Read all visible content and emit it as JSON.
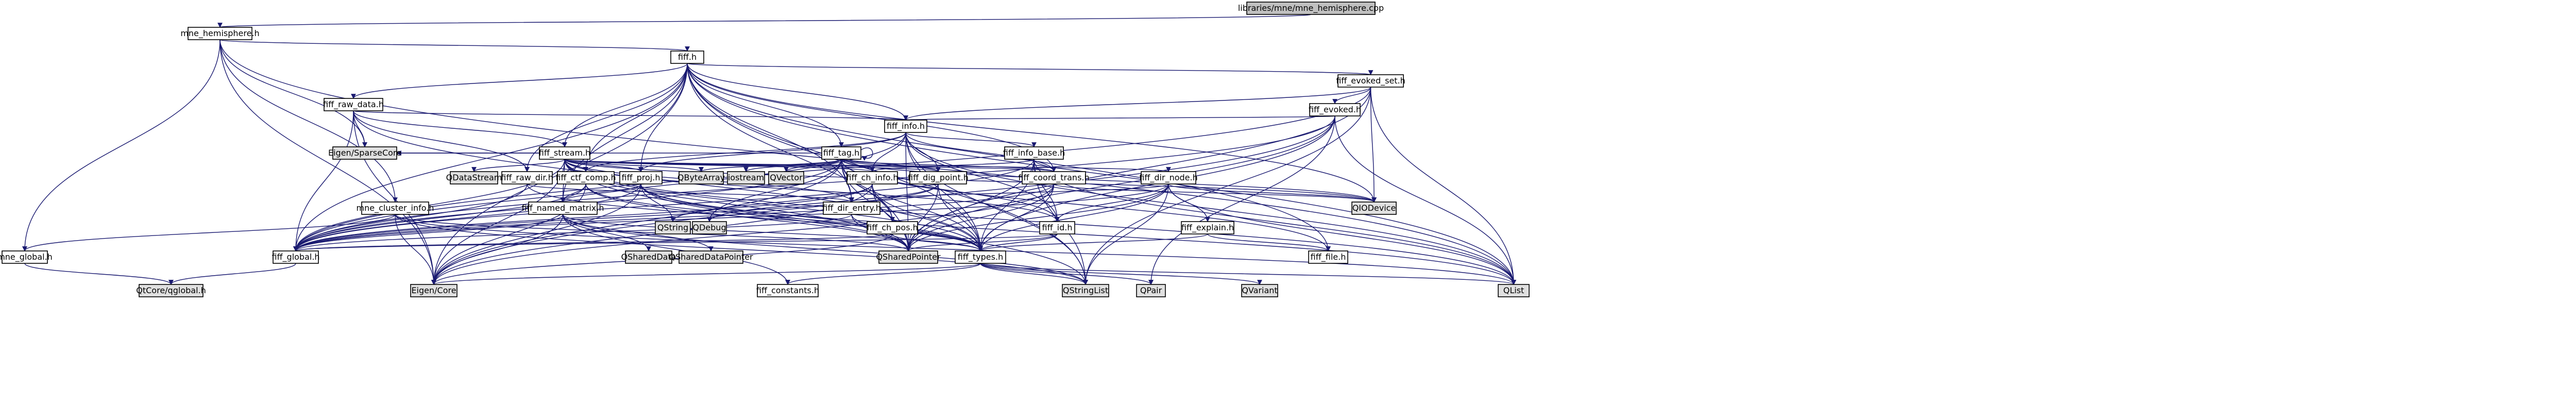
{
  "graph": {
    "colors": {
      "root_fill": "#c0c0c0",
      "node_fill": "#ffffff",
      "leaf_fill": "#e0e0e0",
      "border": "#000000",
      "edge": "#191970"
    },
    "nodes": [
      {
        "id": "root",
        "label": "libraries/mne/mne_hemisphere.cpp",
        "kind": "root"
      },
      {
        "id": "mne_hemisphere_h",
        "label": "mne_hemisphere.h",
        "kind": "node"
      },
      {
        "id": "fiff_h",
        "label": "fiff.h",
        "kind": "node"
      },
      {
        "id": "fiff_evoked_set_h",
        "label": "fiff_evoked_set.h",
        "kind": "node"
      },
      {
        "id": "fiff_evoked_h",
        "label": "fiff_evoked.h",
        "kind": "node"
      },
      {
        "id": "fiff_raw_data_h",
        "label": "fiff_raw_data.h",
        "kind": "node"
      },
      {
        "id": "fiff_info_h",
        "label": "fiff_info.h",
        "kind": "node"
      },
      {
        "id": "fiff_stream_h",
        "label": "fiff_stream.h",
        "kind": "node"
      },
      {
        "id": "fiff_tag_h",
        "label": "fiff_tag.h",
        "kind": "node"
      },
      {
        "id": "fiff_info_base_h",
        "label": "fiff_info_base.h",
        "kind": "node"
      },
      {
        "id": "fiff_raw_dir_h",
        "label": "fiff_raw_dir.h",
        "kind": "node"
      },
      {
        "id": "fiff_ctf_comp_h",
        "label": "fiff_ctf_comp.h",
        "kind": "node"
      },
      {
        "id": "fiff_proj_h",
        "label": "fiff_proj.h",
        "kind": "node"
      },
      {
        "id": "fiff_ch_info_h",
        "label": "fiff_ch_info.h",
        "kind": "node"
      },
      {
        "id": "fiff_dig_point_h",
        "label": "fiff_dig_point.h",
        "kind": "node"
      },
      {
        "id": "fiff_coord_trans_h",
        "label": "fiff_coord_trans.h",
        "kind": "node"
      },
      {
        "id": "fiff_dir_node_h",
        "label": "fiff_dir_node.h",
        "kind": "node"
      },
      {
        "id": "mne_cluster_info_h",
        "label": "mne_cluster_info.h",
        "kind": "node"
      },
      {
        "id": "fiff_named_matrix_h",
        "label": "fiff_named_matrix.h",
        "kind": "node"
      },
      {
        "id": "fiff_dir_entry_h",
        "label": "fiff_dir_entry.h",
        "kind": "node"
      },
      {
        "id": "fiff_ch_pos_h",
        "label": "fiff_ch_pos.h",
        "kind": "node"
      },
      {
        "id": "fiff_id_h",
        "label": "fiff_id.h",
        "kind": "node"
      },
      {
        "id": "fiff_explain_h",
        "label": "fiff_explain.h",
        "kind": "node"
      },
      {
        "id": "fiff_file_h",
        "label": "fiff_file.h",
        "kind": "node"
      },
      {
        "id": "mne_global_h",
        "label": "mne_global.h",
        "kind": "node"
      },
      {
        "id": "fiff_global_h",
        "label": "fiff_global.h",
        "kind": "node"
      },
      {
        "id": "fiff_types_h",
        "label": "fiff_types.h",
        "kind": "node"
      },
      {
        "id": "fiff_constants_h",
        "label": "fiff_constants.h",
        "kind": "node"
      },
      {
        "id": "QtCore_qglobal_h",
        "label": "QtCore/qglobal.h",
        "kind": "leaf"
      },
      {
        "id": "Eigen_Core",
        "label": "Eigen/Core",
        "kind": "leaf"
      },
      {
        "id": "Eigen_SparseCore",
        "label": "Eigen/SparseCore",
        "kind": "leaf"
      },
      {
        "id": "QStringList",
        "label": "QStringList",
        "kind": "leaf"
      },
      {
        "id": "QList",
        "label": "QList",
        "kind": "leaf"
      },
      {
        "id": "QSharedPointer",
        "label": "QSharedPointer",
        "kind": "leaf"
      },
      {
        "id": "QIODevice",
        "label": "QIODevice",
        "kind": "leaf"
      },
      {
        "id": "QDataStream",
        "label": "QDataStream",
        "kind": "leaf"
      },
      {
        "id": "QByteArray",
        "label": "QByteArray",
        "kind": "leaf"
      },
      {
        "id": "iostream",
        "label": "iostream",
        "kind": "leaf"
      },
      {
        "id": "QVector",
        "label": "QVector",
        "kind": "leaf"
      },
      {
        "id": "QString",
        "label": "QString",
        "kind": "leaf"
      },
      {
        "id": "QDebug",
        "label": "QDebug",
        "kind": "leaf"
      },
      {
        "id": "QSharedData",
        "label": "QSharedData",
        "kind": "leaf"
      },
      {
        "id": "QSharedDataPointer",
        "label": "QSharedDataPointer",
        "kind": "leaf"
      },
      {
        "id": "QPair",
        "label": "QPair",
        "kind": "leaf"
      },
      {
        "id": "QVariant",
        "label": "QVariant",
        "kind": "leaf"
      }
    ],
    "edges": [
      [
        "root",
        "mne_hemisphere_h"
      ],
      [
        "mne_hemisphere_h",
        "fiff_h"
      ],
      [
        "mne_hemisphere_h",
        "mne_global_h"
      ],
      [
        "mne_hemisphere_h",
        "mne_cluster_info_h"
      ],
      [
        "mne_hemisphere_h",
        "Eigen_Core"
      ],
      [
        "mne_hemisphere_h",
        "Eigen_SparseCore"
      ],
      [
        "mne_hemisphere_h",
        "QList"
      ],
      [
        "mne_global_h",
        "QtCore_qglobal_h"
      ],
      [
        "fiff_h",
        "fiff_global_h"
      ],
      [
        "fiff_h",
        "fiff_evoked_set_h"
      ],
      [
        "fiff_h",
        "fiff_raw_data_h"
      ],
      [
        "fiff_h",
        "fiff_info_h"
      ],
      [
        "fiff_h",
        "fiff_stream_h"
      ],
      [
        "fiff_h",
        "fiff_tag_h"
      ],
      [
        "fiff_h",
        "fiff_raw_dir_h"
      ],
      [
        "fiff_h",
        "fiff_ctf_comp_h"
      ],
      [
        "fiff_h",
        "fiff_proj_h"
      ],
      [
        "fiff_h",
        "fiff_coord_trans_h"
      ],
      [
        "fiff_h",
        "fiff_dir_entry_h"
      ],
      [
        "fiff_h",
        "fiff_named_matrix_h"
      ],
      [
        "fiff_h",
        "fiff_types_h"
      ],
      [
        "fiff_h",
        "fiff_file_h"
      ],
      [
        "fiff_h",
        "QIODevice"
      ],
      [
        "fiff_h",
        "QList"
      ],
      [
        "fiff_h",
        "QStringList"
      ],
      [
        "fiff_h",
        "QSharedPointer"
      ],
      [
        "fiff_h",
        "Eigen_Core"
      ],
      [
        "fiff_evoked_set_h",
        "fiff_global_h"
      ],
      [
        "fiff_evoked_set_h",
        "fiff_evoked_h"
      ],
      [
        "fiff_evoked_set_h",
        "fiff_info_h"
      ],
      [
        "fiff_evoked_set_h",
        "QList"
      ],
      [
        "fiff_evoked_set_h",
        "QStringList"
      ],
      [
        "fiff_evoked_set_h",
        "QSharedPointer"
      ],
      [
        "fiff_evoked_set_h",
        "QIODevice"
      ],
      [
        "fiff_evoked_h",
        "fiff_global_h"
      ],
      [
        "fiff_evoked_h",
        "fiff_info_h"
      ],
      [
        "fiff_evoked_h",
        "fiff_types_h"
      ],
      [
        "fiff_evoked_h",
        "Eigen_Core"
      ],
      [
        "fiff_evoked_h",
        "QSharedPointer"
      ],
      [
        "fiff_evoked_h",
        "QList"
      ],
      [
        "fiff_evoked_h",
        "QPair"
      ],
      [
        "fiff_raw_data_h",
        "fiff_global_h"
      ],
      [
        "fiff_raw_data_h",
        "fiff_stream_h"
      ],
      [
        "fiff_raw_data_h",
        "fiff_raw_dir_h"
      ],
      [
        "fiff_raw_data_h",
        "fiff_info_h"
      ],
      [
        "fiff_raw_data_h",
        "fiff_types_h"
      ],
      [
        "fiff_raw_data_h",
        "Eigen_Core"
      ],
      [
        "fiff_raw_data_h",
        "Eigen_SparseCore"
      ],
      [
        "fiff_info_h",
        "fiff_global_h"
      ],
      [
        "fiff_info_h",
        "fiff_info_base_h"
      ],
      [
        "fiff_info_h",
        "fiff_types_h"
      ],
      [
        "fiff_info_h",
        "fiff_id_h"
      ],
      [
        "fiff_info_h",
        "fiff_ch_info_h"
      ],
      [
        "fiff_info_h",
        "fiff_dig_point_h"
      ],
      [
        "fiff_info_h",
        "fiff_ctf_comp_h"
      ],
      [
        "fiff_info_h",
        "fiff_coord_trans_h"
      ],
      [
        "fiff_info_h",
        "fiff_proj_h"
      ],
      [
        "fiff_info_h",
        "QList"
      ],
      [
        "fiff_info_h",
        "QStringList"
      ],
      [
        "fiff_info_h",
        "QSharedPointer"
      ],
      [
        "fiff_info_base_h",
        "fiff_global_h"
      ],
      [
        "fiff_info_base_h",
        "fiff_types_h"
      ],
      [
        "fiff_info_base_h",
        "fiff_id_h"
      ],
      [
        "fiff_info_base_h",
        "fiff_ch_info_h"
      ],
      [
        "fiff_info_base_h",
        "fiff_coord_trans_h"
      ],
      [
        "fiff_info_base_h",
        "QList"
      ],
      [
        "fiff_info_base_h",
        "QStringList"
      ],
      [
        "fiff_info_base_h",
        "QSharedPointer"
      ],
      [
        "fiff_stream_h",
        "fiff_global_h"
      ],
      [
        "fiff_stream_h",
        "fiff_types_h"
      ],
      [
        "fiff_stream_h",
        "fiff_id_h"
      ],
      [
        "fiff_stream_h",
        "fiff_dir_node_h"
      ],
      [
        "fiff_stream_h",
        "fiff_ch_info_h"
      ],
      [
        "fiff_stream_h",
        "fiff_coord_trans_h"
      ],
      [
        "fiff_stream_h",
        "fiff_proj_h"
      ],
      [
        "fiff_stream_h",
        "fiff_dig_point_h"
      ],
      [
        "fiff_stream_h",
        "fiff_ctf_comp_h"
      ],
      [
        "fiff_stream_h",
        "fiff_dir_entry_h"
      ],
      [
        "fiff_stream_h",
        "fiff_named_matrix_h"
      ],
      [
        "fiff_stream_h",
        "QDataStream"
      ],
      [
        "fiff_stream_h",
        "QByteArray"
      ],
      [
        "fiff_stream_h",
        "QList"
      ],
      [
        "fiff_stream_h",
        "QStringList"
      ],
      [
        "fiff_stream_h",
        "QSharedPointer"
      ],
      [
        "fiff_stream_h",
        "QIODevice"
      ],
      [
        "fiff_stream_h",
        "Eigen_Core"
      ],
      [
        "fiff_stream_h",
        "Eigen_SparseCore"
      ],
      [
        "fiff_tag_h",
        "fiff_global_h"
      ],
      [
        "fiff_tag_h",
        "fiff_types_h"
      ],
      [
        "fiff_tag_h",
        "fiff_id_h"
      ],
      [
        "fiff_tag_h",
        "fiff_coord_trans_h"
      ],
      [
        "fiff_tag_h",
        "fiff_ch_info_h"
      ],
      [
        "fiff_tag_h",
        "fiff_ch_pos_h"
      ],
      [
        "fiff_tag_h",
        "fiff_dig_point_h"
      ],
      [
        "fiff_tag_h",
        "fiff_dir_entry_h"
      ],
      [
        "fiff_tag_h",
        "fiff_file_h"
      ],
      [
        "fiff_tag_h",
        "Eigen_Core"
      ],
      [
        "fiff_tag_h",
        "Eigen_SparseCore"
      ],
      [
        "fiff_tag_h",
        "QByteArray"
      ],
      [
        "fiff_tag_h",
        "iostream"
      ],
      [
        "fiff_tag_h",
        "QVector"
      ],
      [
        "fiff_tag_h",
        "QSharedPointer"
      ],
      [
        "fiff_tag_h",
        "QDebug"
      ],
      [
        "fiff_tag_h",
        "QIODevice"
      ],
      [
        "fiff_tag_h",
        "fiff_tag_h"
      ],
      [
        "fiff_raw_dir_h",
        "fiff_global_h"
      ],
      [
        "fiff_raw_dir_h",
        "fiff_types_h"
      ],
      [
        "fiff_raw_dir_h",
        "fiff_dir_entry_h"
      ],
      [
        "fiff_ctf_comp_h",
        "fiff_global_h"
      ],
      [
        "fiff_ctf_comp_h",
        "fiff_types_h"
      ],
      [
        "fiff_ctf_comp_h",
        "fiff_named_matrix_h"
      ],
      [
        "fiff_ctf_comp_h",
        "Eigen_Core"
      ],
      [
        "fiff_ctf_comp_h",
        "QSharedPointer"
      ],
      [
        "fiff_proj_h",
        "fiff_global_h"
      ],
      [
        "fiff_proj_h",
        "fiff_types_h"
      ],
      [
        "fiff_proj_h",
        "fiff_named_matrix_h"
      ],
      [
        "fiff_proj_h",
        "Eigen_Core"
      ],
      [
        "fiff_proj_h",
        "QString"
      ],
      [
        "fiff_proj_h",
        "QSharedPointer"
      ],
      [
        "fiff_proj_h",
        "QList"
      ],
      [
        "fiff_ch_info_h",
        "fiff_global_h"
      ],
      [
        "fiff_ch_info_h",
        "fiff_types_h"
      ],
      [
        "fiff_ch_info_h",
        "fiff_ch_pos_h"
      ],
      [
        "fiff_ch_info_h",
        "Eigen_Core"
      ],
      [
        "fiff_ch_info_h",
        "QString"
      ],
      [
        "fiff_ch_info_h",
        "QSharedPointer"
      ],
      [
        "fiff_dig_point_h",
        "fiff_global_h"
      ],
      [
        "fiff_dig_point_h",
        "fiff_types_h"
      ],
      [
        "fiff_dig_point_h",
        "QSharedPointer"
      ],
      [
        "fiff_dig_point_h",
        "QDebug"
      ],
      [
        "fiff_coord_trans_h",
        "fiff_global_h"
      ],
      [
        "fiff_coord_trans_h",
        "fiff_types_h"
      ],
      [
        "fiff_coord_trans_h",
        "Eigen_Core"
      ],
      [
        "fiff_coord_trans_h",
        "QSharedPointer"
      ],
      [
        "fiff_coord_trans_h",
        "QIODevice"
      ],
      [
        "fiff_dir_node_h",
        "fiff_global_h"
      ],
      [
        "fiff_dir_node_h",
        "fiff_types_h"
      ],
      [
        "fiff_dir_node_h",
        "fiff_id_h"
      ],
      [
        "fiff_dir_node_h",
        "fiff_dir_entry_h"
      ],
      [
        "fiff_dir_node_h",
        "fiff_explain_h"
      ],
      [
        "fiff_dir_node_h",
        "QList"
      ],
      [
        "fiff_dir_node_h",
        "QStringList"
      ],
      [
        "fiff_dir_node_h",
        "QSharedPointer"
      ],
      [
        "fiff_dir_node_h",
        "QIODevice"
      ],
      [
        "mne_cluster_info_h",
        "mne_global_h"
      ],
      [
        "mne_cluster_info_h",
        "Eigen_Core"
      ],
      [
        "mne_cluster_info_h",
        "QList"
      ],
      [
        "mne_cluster_info_h",
        "QStringList"
      ],
      [
        "mne_cluster_info_h",
        "QSharedPointer"
      ],
      [
        "fiff_named_matrix_h",
        "fiff_global_h"
      ],
      [
        "fiff_named_matrix_h",
        "fiff_types_h"
      ],
      [
        "fiff_named_matrix_h",
        "fiff_constants_h"
      ],
      [
        "fiff_named_matrix_h",
        "Eigen_Core"
      ],
      [
        "fiff_named_matrix_h",
        "QSharedData"
      ],
      [
        "fiff_named_matrix_h",
        "QSharedDataPointer"
      ],
      [
        "fiff_named_matrix_h",
        "QStringList"
      ],
      [
        "fiff_dir_entry_h",
        "fiff_global_h"
      ],
      [
        "fiff_dir_entry_h",
        "fiff_types_h"
      ],
      [
        "fiff_dir_entry_h",
        "QSharedPointer"
      ],
      [
        "fiff_ch_pos_h",
        "fiff_global_h"
      ],
      [
        "fiff_ch_pos_h",
        "fiff_types_h"
      ],
      [
        "fiff_ch_pos_h",
        "Eigen_Core"
      ],
      [
        "fiff_id_h",
        "fiff_global_h"
      ],
      [
        "fiff_id_h",
        "fiff_types_h"
      ],
      [
        "fiff_id_h",
        "QSharedPointer"
      ],
      [
        "fiff_explain_h",
        "fiff_types_h"
      ],
      [
        "fiff_explain_h",
        "fiff_file_h"
      ],
      [
        "fiff_global_h",
        "QtCore_qglobal_h"
      ],
      [
        "fiff_types_h",
        "fiff_constants_h"
      ],
      [
        "fiff_types_h",
        "Eigen_Core"
      ],
      [
        "fiff_types_h",
        "QStringList"
      ],
      [
        "fiff_types_h",
        "QList"
      ],
      [
        "fiff_types_h",
        "QPair"
      ],
      [
        "fiff_types_h",
        "QVariant"
      ]
    ]
  }
}
